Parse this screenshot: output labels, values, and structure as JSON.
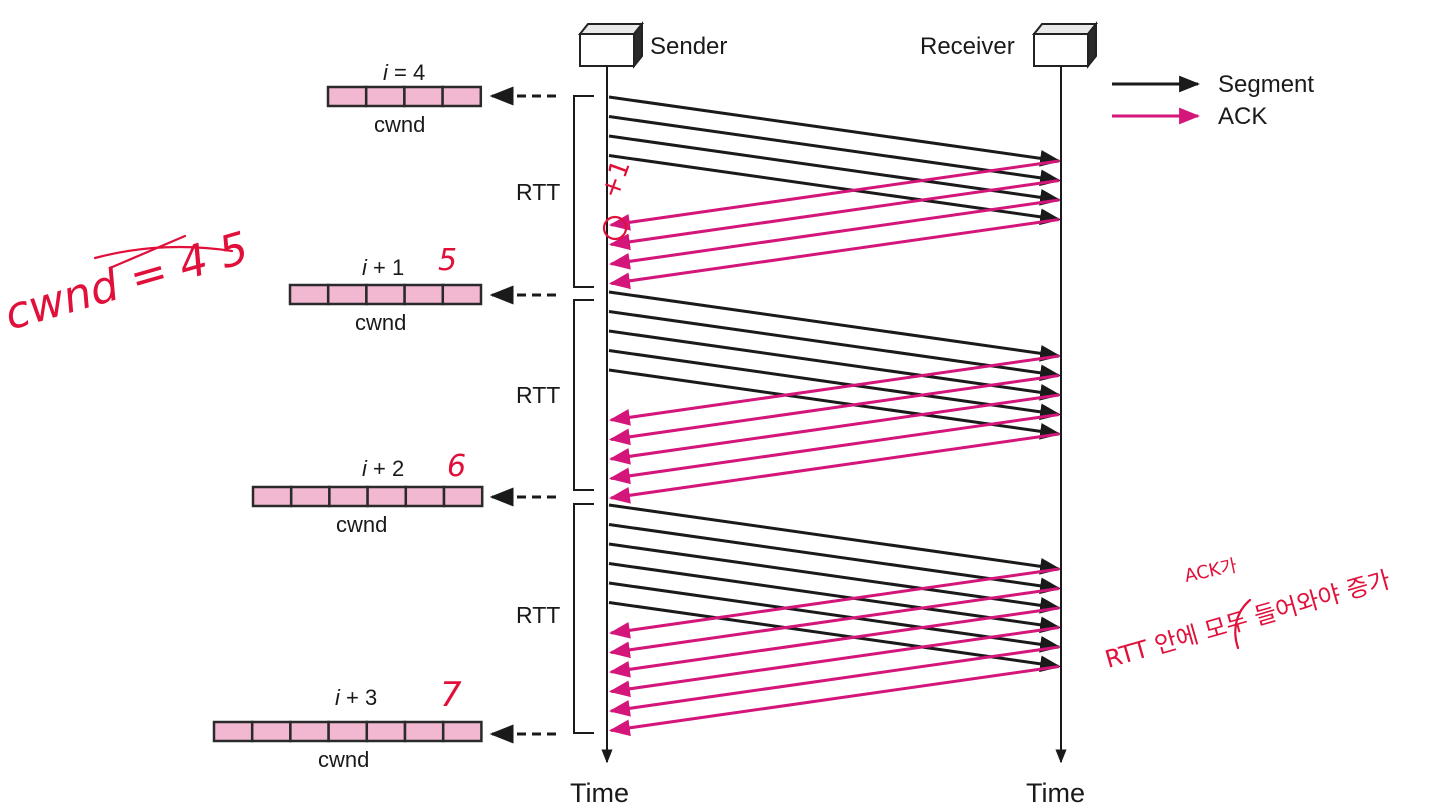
{
  "nodes": {
    "sender": {
      "label": "Sender"
    },
    "receiver": {
      "label": "Receiver"
    }
  },
  "time_labels": {
    "sender": "Time",
    "receiver": "Time"
  },
  "legend": {
    "segment": {
      "label": "Segment",
      "color": "#1a1a1a"
    },
    "ack": {
      "label": "ACK",
      "color": "#d4157a"
    }
  },
  "rtt_label": "RTT",
  "cwnd_windows": [
    {
      "index_var": "i",
      "index_suffix": " = 4",
      "label": "cwnd",
      "cells": 4
    },
    {
      "index_var": "i",
      "index_suffix": " + 1",
      "label": "cwnd",
      "cells": 5
    },
    {
      "index_var": "i",
      "index_suffix": " + 2",
      "label": "cwnd",
      "cells": 6
    },
    {
      "index_var": "i",
      "index_suffix": " + 3",
      "label": "cwnd",
      "cells": 7
    }
  ],
  "rounds": [
    {
      "segments": 4,
      "acks": 4
    },
    {
      "segments": 5,
      "acks": 5
    },
    {
      "segments": 6,
      "acks": 6
    }
  ],
  "colors": {
    "cell_fill": "#f2b8d2",
    "segment": "#1a1a1a",
    "ack": "#d4157a",
    "handwriting": "#e0103a"
  },
  "annotations": {
    "cwnd_note": "cwnd = 4 5",
    "increment": "+1",
    "next_sizes": [
      "5",
      "6",
      "7"
    ],
    "rtt_note_top": "ACK가",
    "rtt_note": "RTT 안에 모두 들어와야 증가"
  }
}
